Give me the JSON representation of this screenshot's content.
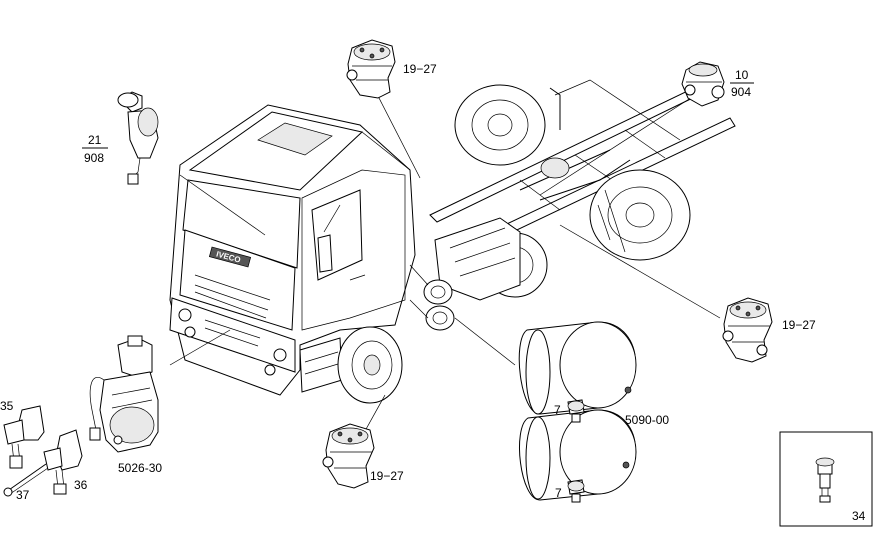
{
  "labels": {
    "valve_top": "19−27",
    "valve_right": "19−27",
    "valve_bottom": "19−27",
    "ref_top_num": "10",
    "ref_top_den": "904",
    "ref_left_num": "21",
    "ref_left_den": "908",
    "dryer": "5026-30",
    "tank": "5090-00",
    "plug_upper": "7",
    "plug_lower": "7",
    "sensor_35": "35",
    "sensor_36": "36",
    "bolt_37": "37",
    "inset_34": "34"
  },
  "truck": {
    "brand": "IVECO"
  }
}
